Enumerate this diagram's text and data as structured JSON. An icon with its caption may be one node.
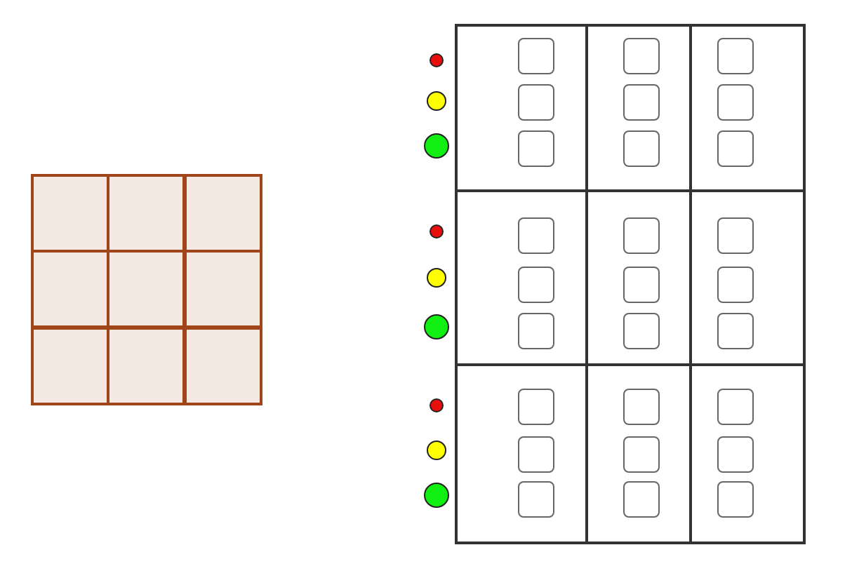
{
  "diagram": {
    "nodes": [
      {
        "text": [],
        "shape": "box"
      },
      {
        "text": [],
        "shape": "box"
      },
      {
        "text": [],
        "shape": "box"
      },
      {
        "text": [],
        "shape": "box"
      },
      {
        "text": [],
        "shape": "box"
      },
      {
        "text": [],
        "shape": "box"
      },
      {
        "text": [],
        "shape": "box"
      },
      {
        "text": [],
        "shape": "box"
      },
      {
        "text": [],
        "shape": "box"
      },
      {
        "text": [],
        "shape": "circle"
      },
      {
        "text": [],
        "shape": "circle"
      },
      {
        "text": [],
        "shape": "circle"
      },
      {
        "text": [],
        "shape": "circle"
      },
      {
        "text": [],
        "shape": "circle"
      },
      {
        "text": [],
        "shape": "circle"
      },
      {
        "text": [],
        "shape": "circle"
      },
      {
        "text": [],
        "shape": "circle"
      },
      {
        "text": [],
        "shape": "circle"
      },
      {
        "text": [],
        "shape": "box"
      },
      {
        "text": [],
        "shape": "box",
        "in": 18
      },
      {
        "text": [],
        "shape": "box",
        "in": 18
      },
      {
        "text": [],
        "shape": "box",
        "in": 18
      },
      {
        "text": [],
        "shape": "box"
      },
      {
        "text": [],
        "shape": "box",
        "in": 22
      },
      {
        "text": [],
        "shape": "box",
        "in": 22
      },
      {
        "text": [],
        "shape": "box",
        "in": 22
      },
      {
        "text": [],
        "shape": "box"
      },
      {
        "text": [],
        "shape": "box",
        "in": 26
      },
      {
        "text": [],
        "shape": "box",
        "in": 26
      },
      {
        "text": [],
        "shape": "box",
        "in": 26
      },
      {
        "text": [],
        "shape": "box"
      },
      {
        "text": [],
        "shape": "box",
        "in": 30
      },
      {
        "text": [],
        "shape": "box",
        "in": 30
      },
      {
        "text": [],
        "shape": "box",
        "in": 30
      },
      {
        "text": [],
        "shape": "box"
      },
      {
        "text": [],
        "shape": "box",
        "in": 34
      },
      {
        "text": [],
        "shape": "box",
        "in": 34
      },
      {
        "text": [],
        "shape": "box",
        "in": 34
      },
      {
        "text": [],
        "shape": "box"
      },
      {
        "text": [],
        "shape": "box",
        "in": 38
      },
      {
        "text": [],
        "shape": "box",
        "in": 38
      },
      {
        "text": [],
        "shape": "box",
        "in": 38
      },
      {
        "text": [],
        "shape": "box"
      },
      {
        "text": [],
        "shape": "box",
        "in": 42
      },
      {
        "text": [],
        "shape": "box",
        "in": 42
      },
      {
        "text": [],
        "shape": "box",
        "in": 42
      },
      {
        "text": [],
        "shape": "box"
      },
      {
        "text": [],
        "shape": "box",
        "in": 46
      },
      {
        "text": [],
        "shape": "box",
        "in": 46
      },
      {
        "text": [],
        "shape": "box",
        "in": 46
      },
      {
        "text": [],
        "shape": "box"
      },
      {
        "text": [],
        "shape": "box",
        "in": 50
      },
      {
        "text": [],
        "shape": "box",
        "in": 50
      },
      {
        "text": [],
        "shape": "box",
        "in": 50
      }
    ]
  }
}
